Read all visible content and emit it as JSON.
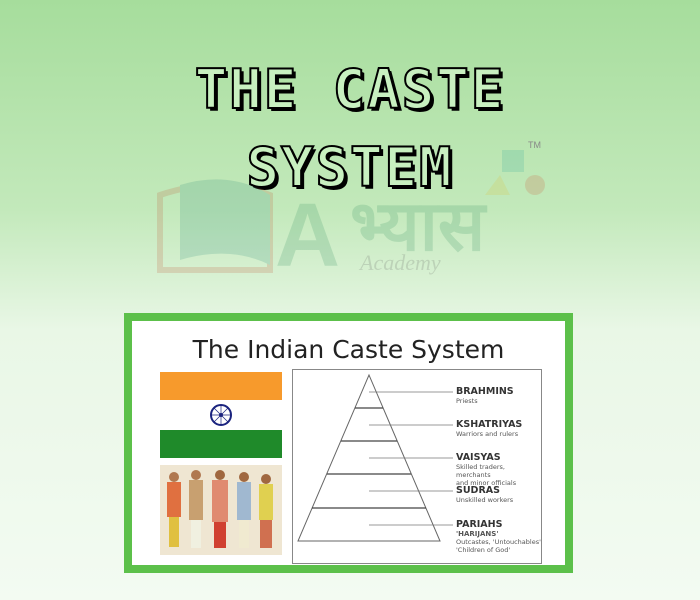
{
  "slide": {
    "title_line1": "THE CASTE",
    "title_line2": "SYSTEM"
  },
  "watermark": {
    "letter": "A",
    "hindi": "भ्यास",
    "sub": "Academy",
    "tm": "TM"
  },
  "card": {
    "title": "The Indian Caste System",
    "colors": {
      "border": "#5cc04a",
      "saffron": "#f79a2c",
      "green": "#1f8a2a",
      "chakra": "#1a237e"
    },
    "castes": [
      {
        "name": "BRAHMINS",
        "desc": [
          "Priests"
        ]
      },
      {
        "name": "KSHATRIYAS",
        "desc": [
          "Warriors and rulers"
        ]
      },
      {
        "name": "VAISYAS",
        "desc": [
          "Skilled traders, merchants",
          "and minor officials"
        ]
      },
      {
        "name": "SUDRAS",
        "desc": [
          "Unskilled workers"
        ]
      },
      {
        "name": "PARIAHS",
        "sub": "'HARIJANS'",
        "desc": [
          "Outcastes, 'Untouchables'",
          "'Children of God'"
        ]
      }
    ]
  }
}
